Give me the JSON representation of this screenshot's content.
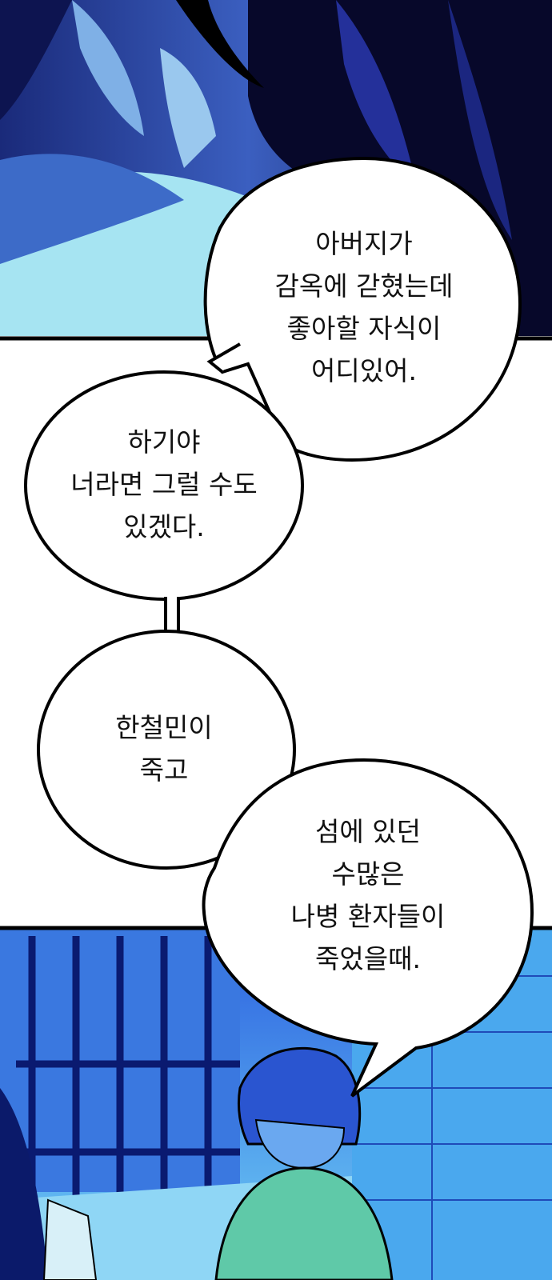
{
  "colors": {
    "panel_top_dark": "#0b1040",
    "panel_top_mid": "#2b47a8",
    "panel_top_light": "#9fdff0",
    "panel_bottom_dark": "#1d3fc4",
    "panel_bottom_light": "#58b8f0",
    "hoodie": "#5fc9a8",
    "bubble_fill": "#ffffff",
    "bubble_stroke": "#000000"
  },
  "bubbles": [
    {
      "lines": [
        "아버지가",
        "감옥에 갇혔는데",
        "좋아할 자식이",
        "어디있어."
      ]
    },
    {
      "lines": [
        "하기야",
        "너라면 그럴 수도",
        "있겠다."
      ]
    },
    {
      "lines": [
        "한철민이",
        "죽고"
      ]
    },
    {
      "lines": [
        "섬에 있던",
        "수많은",
        "나병 환자들이",
        "죽었을때."
      ]
    }
  ]
}
